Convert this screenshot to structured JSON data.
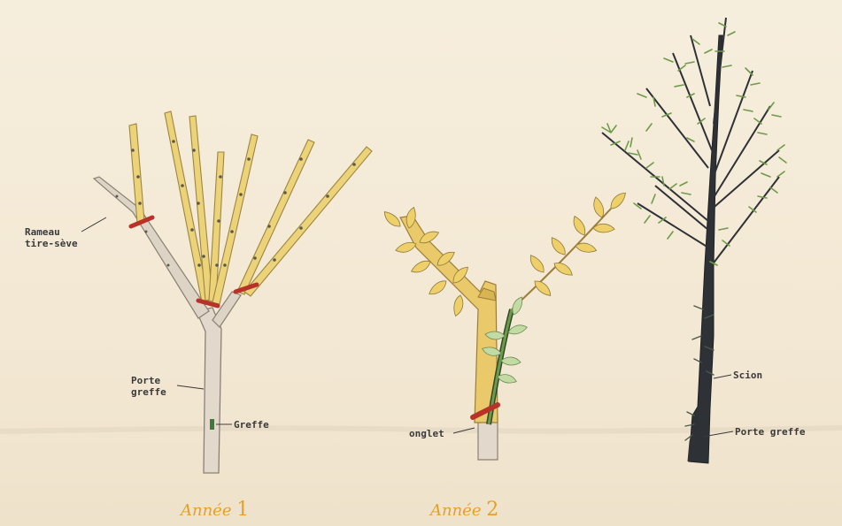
{
  "labels": {
    "rameau": [
      "Rameau",
      "tire-sève"
    ],
    "porte_greffe_1": [
      "Porte",
      "greffe"
    ],
    "greffe": "Greffe",
    "onglet": "onglet",
    "scion": "Scion",
    "porte_greffe_3": "Porte greffe"
  },
  "years": [
    {
      "word": "Année",
      "num": "1"
    },
    {
      "word": "Année",
      "num": "2"
    }
  ],
  "colors": {
    "bark": "#d8cec0",
    "bark_line": "#8a8174",
    "yellow_wood": "#e9cf6f",
    "tie_red": "#b8322a",
    "leaf_yellow": "#efcf6a",
    "leaf_green": "#b9d49a",
    "dark_trunk": "#2e3136",
    "needle_green": "#6f9a4a",
    "year_orange": "#e6a028"
  }
}
